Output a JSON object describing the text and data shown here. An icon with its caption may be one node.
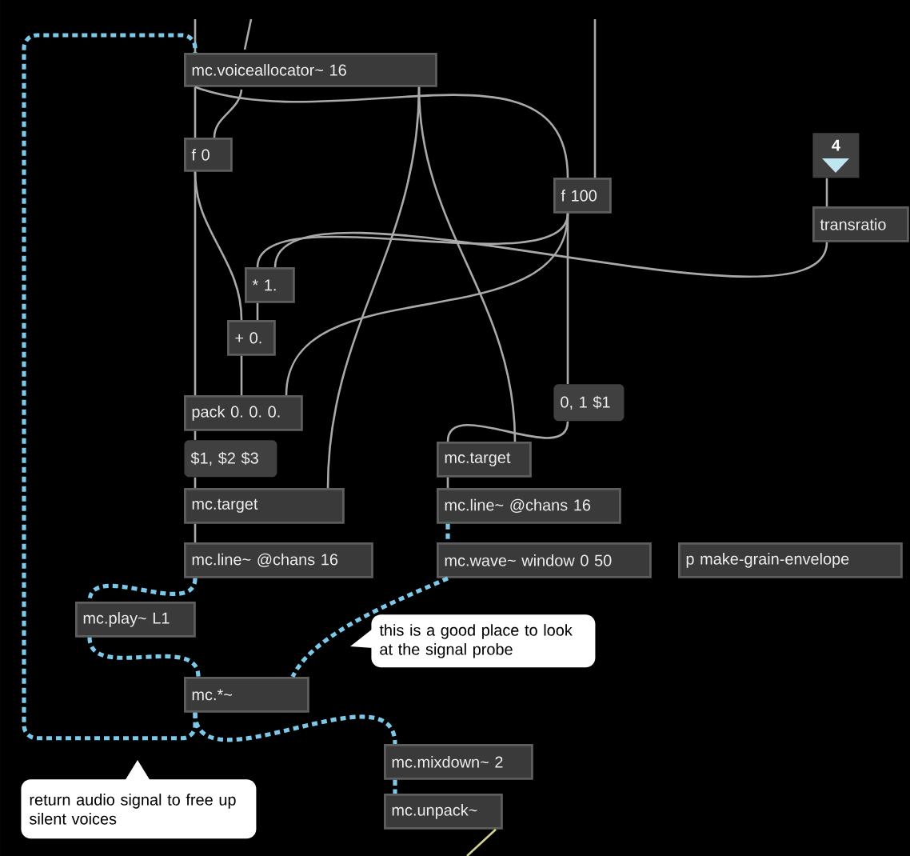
{
  "diagram": {
    "nodes": [
      {
        "text": [
          "mc.voiceallocator~ 16"
        ]
      },
      {
        "text": [
          "f 0"
        ]
      },
      {
        "text": [
          "f 100"
        ]
      },
      {
        "text": [
          "4"
        ]
      },
      {
        "text": [
          "transratio"
        ]
      },
      {
        "text": [
          "* 1."
        ]
      },
      {
        "text": [
          "+ 0."
        ]
      },
      {
        "text": [
          "0, 1 $1"
        ]
      },
      {
        "text": [
          "pack 0. 0. 0."
        ]
      },
      {
        "text": [
          "$1, $2 $3"
        ]
      },
      {
        "text": [
          "mc.target"
        ]
      },
      {
        "text": [
          "mc.target"
        ]
      },
      {
        "text": [
          "mc.line~ @chans 16"
        ]
      },
      {
        "text": [
          "mc.line~ @chans 16"
        ]
      },
      {
        "text": [
          "mc.wave~ window 0 50"
        ]
      },
      {
        "text": [
          "p make-grain-envelope"
        ]
      },
      {
        "text": [
          "mc.play~ L1"
        ]
      },
      {
        "text": [
          "this is a good place to look at the signal probe"
        ]
      },
      {
        "text": [
          "mc.*~"
        ]
      },
      {
        "text": [
          "mc.mixdown~ 2"
        ]
      },
      {
        "text": [
          "return audio signal to free up silent voices"
        ]
      },
      {
        "text": [
          "mc.unpack~"
        ]
      }
    ],
    "edges": [
      {
        "from": null,
        "to": 0,
        "arrow": "none"
      },
      {
        "from": null,
        "to": 1,
        "arrow": "none"
      },
      {
        "from": null,
        "to": 2,
        "arrow": "none"
      },
      {
        "from": 0,
        "to": 1,
        "arrow": "none"
      },
      {
        "from": 0,
        "to": 2,
        "arrow": "none"
      },
      {
        "from": 0,
        "to": 10,
        "arrow": "none"
      },
      {
        "from": 0,
        "to": 11,
        "arrow": "none"
      },
      {
        "from": 1,
        "to": 8,
        "arrow": "none"
      },
      {
        "from": 1,
        "to": 6,
        "arrow": "none"
      },
      {
        "from": 2,
        "to": 5,
        "arrow": "none"
      },
      {
        "from": 2,
        "to": 8,
        "arrow": "none"
      },
      {
        "from": 2,
        "to": 7,
        "arrow": "none"
      },
      {
        "from": 3,
        "to": 4,
        "arrow": "none"
      },
      {
        "from": 4,
        "to": 5,
        "arrow": "none"
      },
      {
        "from": 5,
        "to": 6,
        "arrow": "none"
      },
      {
        "from": 6,
        "to": 8,
        "arrow": "none"
      },
      {
        "from": 8,
        "to": 9,
        "arrow": "none"
      },
      {
        "from": 9,
        "to": 10,
        "arrow": "none"
      },
      {
        "from": 10,
        "to": 12,
        "arrow": "none"
      },
      {
        "from": 12,
        "to": 16,
        "arrow": "none",
        "style": "dashed",
        "color": "#7cc8e8"
      },
      {
        "from": 16,
        "to": 18,
        "arrow": "none",
        "style": "dashed",
        "color": "#7cc8e8"
      },
      {
        "from": 7,
        "to": 11,
        "arrow": "none"
      },
      {
        "from": 11,
        "to": 13,
        "arrow": "none"
      },
      {
        "from": 13,
        "to": 14,
        "arrow": "none",
        "style": "dashed",
        "color": "#7cc8e8"
      },
      {
        "from": 14,
        "to": 18,
        "arrow": "none",
        "style": "dashed",
        "color": "#7cc8e8"
      },
      {
        "from": 18,
        "to": 0,
        "arrow": "none",
        "style": "dashed",
        "color": "#7cc8e8"
      },
      {
        "from": 18,
        "to": 19,
        "arrow": "none",
        "style": "dashed",
        "color": "#7cc8e8"
      },
      {
        "from": 19,
        "to": 21,
        "arrow": "none",
        "style": "dashed",
        "color": "#7cc8e8"
      },
      {
        "from": 21,
        "to": null,
        "arrow": "none",
        "color": "#d4d48c"
      }
    ]
  }
}
